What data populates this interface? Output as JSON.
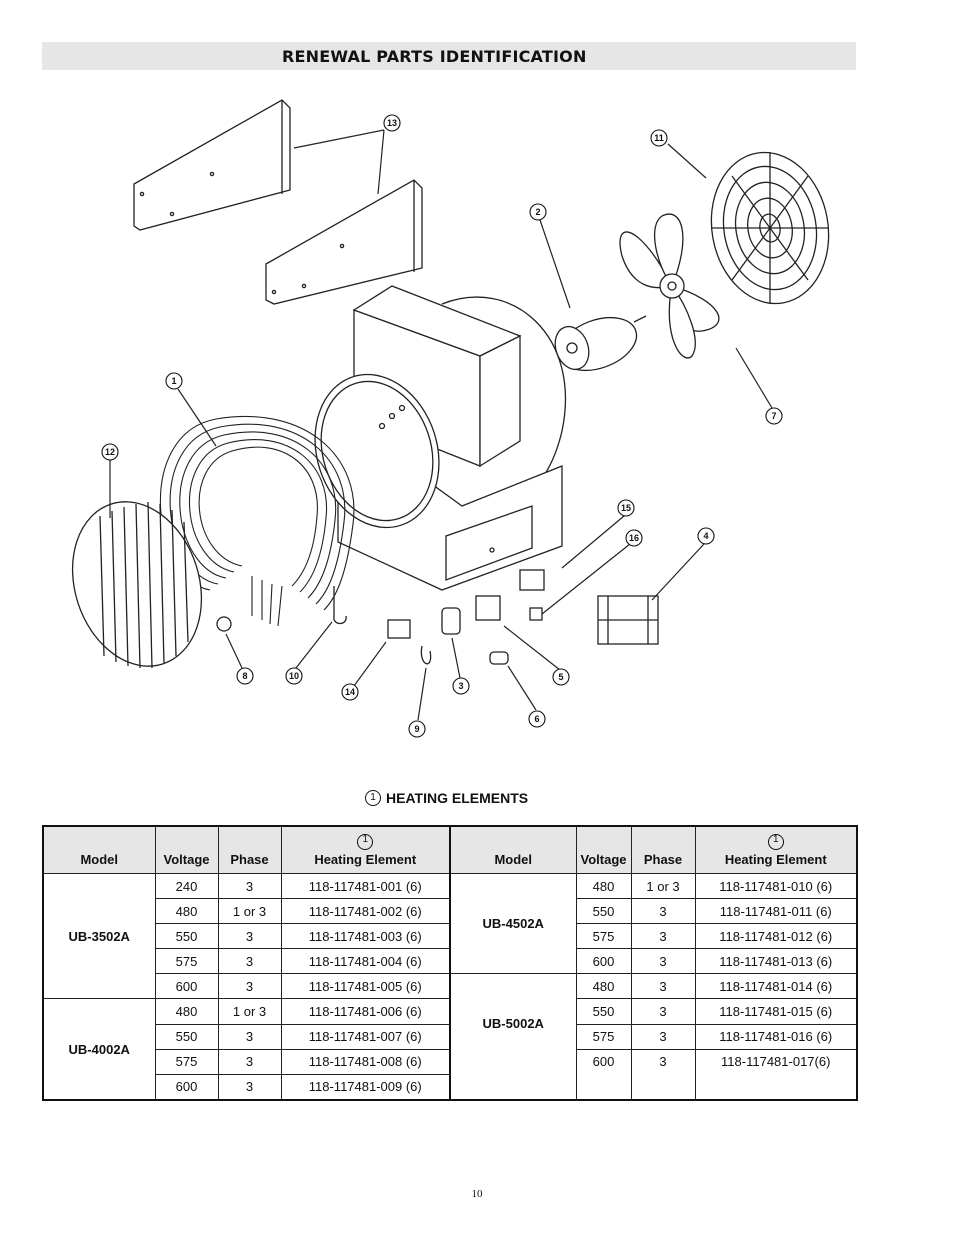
{
  "header": {
    "title": "RENEWAL PARTS IDENTIFICATION"
  },
  "diagram": {
    "callouts": [
      "13",
      "11",
      "2",
      "1",
      "12",
      "7",
      "15",
      "16",
      "4",
      "8",
      "10",
      "14",
      "3",
      "5",
      "6",
      "9"
    ]
  },
  "section": {
    "number": "1",
    "title": "HEATING ELEMENTS"
  },
  "table": {
    "headers": [
      "Model",
      "Voltage",
      "Phase",
      "Heating Element",
      "Model",
      "Voltage",
      "Phase",
      "Heating Element"
    ],
    "element_ref": "1",
    "left_groups": [
      {
        "model": "UB-3502A",
        "rows": [
          {
            "voltage": "240",
            "phase": "3",
            "element": "118-117481-001 (6)"
          },
          {
            "voltage": "480",
            "phase": "1 or 3",
            "element": "118-117481-002 (6)"
          },
          {
            "voltage": "550",
            "phase": "3",
            "element": "118-117481-003 (6)"
          },
          {
            "voltage": "575",
            "phase": "3",
            "element": "118-117481-004 (6)"
          },
          {
            "voltage": "600",
            "phase": "3",
            "element": "118-117481-005 (6)"
          }
        ]
      },
      {
        "model": "UB-4002A",
        "rows": [
          {
            "voltage": "480",
            "phase": "1 or 3",
            "element": "118-117481-006 (6)"
          },
          {
            "voltage": "550",
            "phase": "3",
            "element": "118-117481-007 (6)"
          },
          {
            "voltage": "575",
            "phase": "3",
            "element": "118-117481-008 (6)"
          },
          {
            "voltage": "600",
            "phase": "3",
            "element": "118-117481-009 (6)"
          }
        ]
      }
    ],
    "right_groups": [
      {
        "model": "UB-4502A",
        "rows": [
          {
            "voltage": "480",
            "phase": "1 or 3",
            "element": "118-117481-010 (6)"
          },
          {
            "voltage": "550",
            "phase": "3",
            "element": "118-117481-011 (6)"
          },
          {
            "voltage": "575",
            "phase": "3",
            "element": "118-117481-012 (6)"
          },
          {
            "voltage": "600",
            "phase": "3",
            "element": "118-117481-013 (6)"
          }
        ]
      },
      {
        "model": "UB-5002A",
        "rows": [
          {
            "voltage": "480",
            "phase": "3",
            "element": "118-117481-014 (6)"
          },
          {
            "voltage": "550",
            "phase": "3",
            "element": "118-117481-015 (6)"
          },
          {
            "voltage": "575",
            "phase": "3",
            "element": "118-117481-016 (6)"
          },
          {
            "voltage": "600",
            "phase": "3",
            "element": "118-117481-017(6)"
          }
        ]
      }
    ]
  },
  "footer": {
    "page_number": "10"
  }
}
